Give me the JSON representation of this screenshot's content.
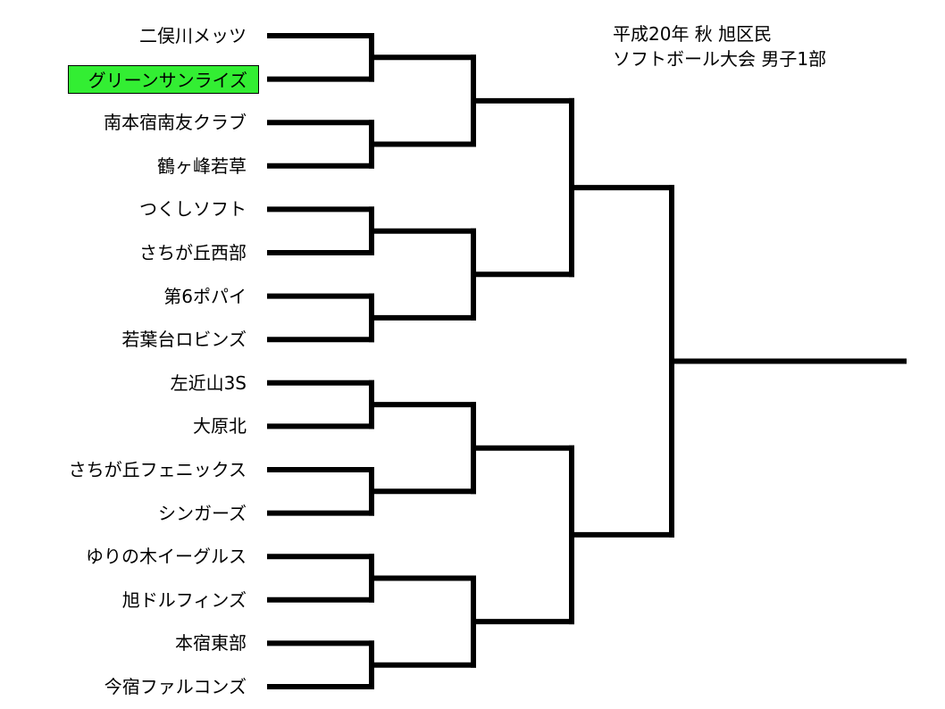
{
  "title": {
    "line1": "平成20年 秋 旭区民",
    "line2": "ソフトボール大会 男子1部"
  },
  "colors": {
    "bracket_line": "#000000",
    "highlight_fill": "#33ee33"
  },
  "teams": [
    {
      "name": "二俣川メッツ",
      "highlight": false
    },
    {
      "name": "グリーンサンライズ",
      "highlight": true
    },
    {
      "name": "南本宿南友クラブ",
      "highlight": false
    },
    {
      "name": "鶴ヶ峰若草",
      "highlight": false
    },
    {
      "name": "つくしソフト",
      "highlight": false
    },
    {
      "name": "さちが丘西部",
      "highlight": false
    },
    {
      "name": "第6ポパイ",
      "highlight": false
    },
    {
      "name": "若葉台ロビンズ",
      "highlight": false
    },
    {
      "name": "左近山3S",
      "highlight": false
    },
    {
      "name": "大原北",
      "highlight": false
    },
    {
      "name": "さちが丘フェニックス",
      "highlight": false
    },
    {
      "name": "シンガーズ",
      "highlight": false
    },
    {
      "name": "ゆりの木イーグルス",
      "highlight": false
    },
    {
      "name": "旭ドルフィンズ",
      "highlight": false
    },
    {
      "name": "本宿東部",
      "highlight": false
    },
    {
      "name": "今宿ファルコンズ",
      "highlight": false
    }
  ]
}
